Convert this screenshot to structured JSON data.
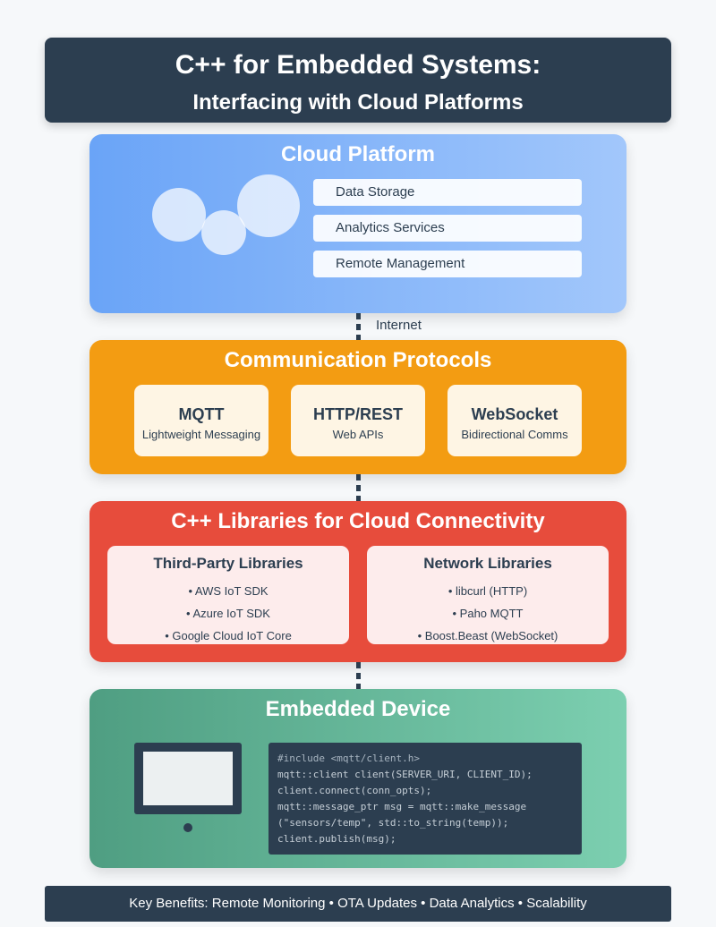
{
  "header": {
    "title_line1": "C++ for Embedded Systems:",
    "title_line2": "Interfacing with Cloud Platforms"
  },
  "cloud": {
    "title": "Cloud Platform",
    "services": [
      "Data Storage",
      "Analytics Services",
      "Remote Management"
    ]
  },
  "connector_label": "Internet",
  "protocols": {
    "title": "Communication Protocols",
    "items": [
      {
        "name": "MQTT",
        "desc": "Lightweight Messaging"
      },
      {
        "name": "HTTP/REST",
        "desc": "Web APIs"
      },
      {
        "name": "WebSocket",
        "desc": "Bidirectional Comms"
      }
    ]
  },
  "libraries": {
    "title": "C++ Libraries for Cloud Connectivity",
    "groups": [
      {
        "title": "Third-Party Libraries",
        "items": [
          "• AWS IoT SDK",
          "• Azure IoT SDK",
          "• Google Cloud IoT Core"
        ]
      },
      {
        "title": "Network Libraries",
        "items": [
          "• libcurl (HTTP)",
          "• Paho MQTT",
          "• Boost.Beast (WebSocket)"
        ]
      }
    ]
  },
  "device": {
    "title": "Embedded Device",
    "code": [
      "#include <mqtt/client.h>",
      "mqtt::client client(SERVER_URI, CLIENT_ID);",
      "client.connect(conn_opts);",
      "mqtt::message_ptr msg = mqtt::make_message",
      "(\"sensors/temp\", std::to_string(temp));",
      "client.publish(msg);"
    ]
  },
  "footer": "Key Benefits: Remote Monitoring • OTA Updates • Data Analytics • Scalability",
  "colors": {
    "header": "#2c3e50",
    "cloud": "#6aa4f7",
    "protocols": "#f39c12",
    "libraries": "#e74c3c",
    "device": "#4f9e82"
  }
}
